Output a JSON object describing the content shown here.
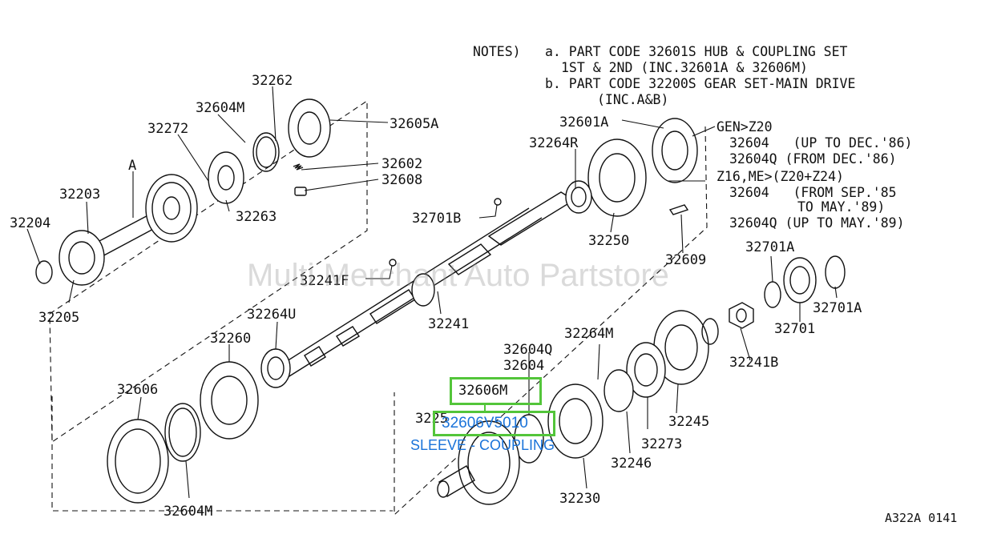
{
  "notes": {
    "title": "NOTES)",
    "a_line1": "a. PART CODE 32601S HUB & COUPLING SET",
    "a_line2": "1ST & 2ND (INC.32601A & 32606M)",
    "b_line1": "b. PART CODE 32200S GEAR SET-MAIN DRIVE",
    "b_line2": "(INC.A&B)"
  },
  "gen_notes": {
    "gen_title": "GEN>Z20",
    "gen_1": "32604   (UP TO DEC.'86)",
    "gen_2": "32604Q (FROM DEC.'86)",
    "z16_title": "Z16,ME>(Z20+Z24)",
    "z16_1": "32604   (FROM SEP.'85",
    "z16_2": "TO MAY.'89)",
    "z16_3": "32604Q (UP TO MAY.'89)"
  },
  "labels": {
    "p32262": "32262",
    "p32604M_top": "32604M",
    "p32605A": "32605A",
    "p32272": "32272",
    "p32602": "32602",
    "p32608": "32608",
    "pA": "A",
    "p32203": "32203",
    "p32263": "32263",
    "p32204": "32204",
    "p32205": "32205",
    "p32601A": "32601A",
    "p32264R": "32264R",
    "p32701B": "32701B",
    "p32250": "32250",
    "p32609": "32609",
    "p32701A_top": "32701A",
    "p32701A_right": "32701A",
    "p32241F": "32241F",
    "p32241": "32241",
    "p32701": "32701",
    "p32264U": "32264U",
    "p32260": "32260",
    "p32264M": "32264M",
    "p32604Q": "32604Q",
    "p32604": "32604",
    "p32241B": "32241B",
    "p32606": "32606",
    "p3225x": "3225",
    "p32245": "32245",
    "p32273": "32273",
    "p32246": "32246",
    "p32230": "32230",
    "p32604M_bottom": "32604M"
  },
  "highlight": {
    "part_code": "32606M",
    "part_number": "32606V5010",
    "part_name": "SLEEVE - COUPLING",
    "accent_color": "#53c53a",
    "link_color": "#1a73d9"
  },
  "watermark": "Multi Merchant Auto Partstore",
  "figure_code": "A322A 0141"
}
